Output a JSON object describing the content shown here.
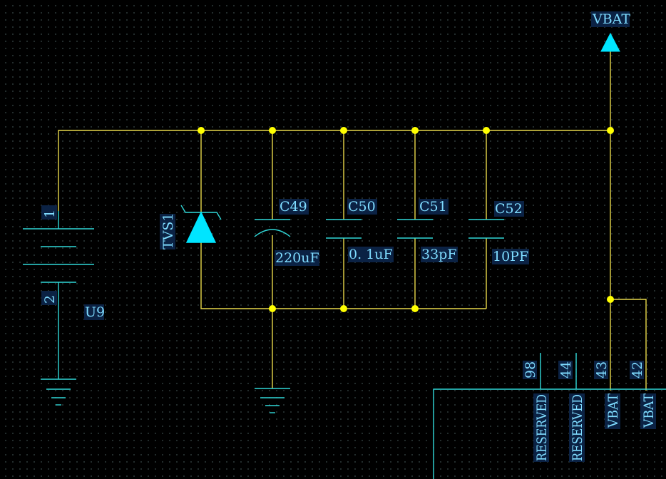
{
  "schematic": {
    "power_net": "VBAT",
    "battery": {
      "designator": "U9",
      "pin_top": "1",
      "pin_bottom": "2"
    },
    "tvs": {
      "designator": "TVS1"
    },
    "capacitors": [
      {
        "designator": "C49",
        "value": "220uF"
      },
      {
        "designator": "C50",
        "value": "0. 1uF"
      },
      {
        "designator": "C51",
        "value": "33pF"
      },
      {
        "designator": "C52",
        "value": "10PF"
      }
    ],
    "connector_pins": [
      {
        "number": "98",
        "name": "RESERVED"
      },
      {
        "number": "44",
        "name": "RESERVED"
      },
      {
        "number": "43",
        "name": "VBAT"
      },
      {
        "number": "42",
        "name": "VBAT"
      }
    ]
  },
  "colors": {
    "wire": "#e8d84a",
    "junction": "#ffff00",
    "component": "#30d8d8",
    "symbol_fill": "#00e5ff",
    "label_text": "#7fdcff",
    "label_bg": "#0b2244",
    "grid_dot": "#3a4a4a"
  }
}
